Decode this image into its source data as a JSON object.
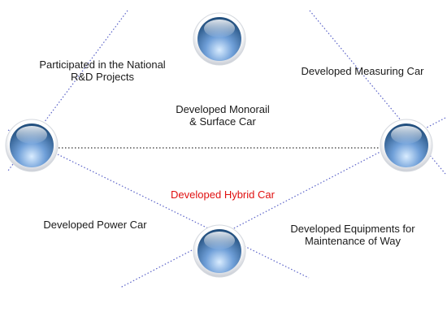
{
  "diagram": {
    "colors": {
      "line": "#5a62c8",
      "center_line": "#333333",
      "highlight_text": "#e01010",
      "text": "#1a1a1a",
      "orb_light": "#d9ecff",
      "orb_mid": "#6f9fd8",
      "orb_dark": "#23507f",
      "orb_rim": "#c8ccd4"
    },
    "nodes": [
      {
        "name": "top",
        "icon": "sphere-icon"
      },
      {
        "name": "left",
        "icon": "sphere-icon"
      },
      {
        "name": "right",
        "icon": "sphere-icon"
      },
      {
        "name": "bottom",
        "icon": "sphere-icon"
      }
    ],
    "labels": {
      "national_rd": [
        "Participated in the National",
        "R&D Projects"
      ],
      "measuring_car": [
        "Developed Measuring Car"
      ],
      "monorail": [
        "Developed Monorail",
        "& Surface Car"
      ],
      "hybrid_car": [
        "Developed Hybrid Car"
      ],
      "power_car": [
        "Developed Power Car"
      ],
      "maintenance": [
        "Developed Equipments for",
        "Maintenance of Way"
      ]
    }
  }
}
